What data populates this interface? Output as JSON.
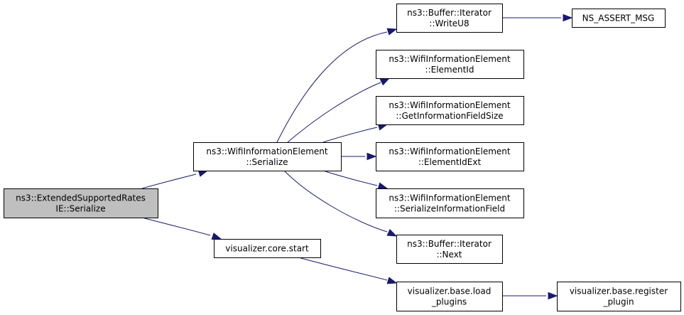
{
  "diagram": {
    "nodes": [
      {
        "id": "root",
        "lines": [
          "ns3::ExtendedSupportedRates",
          "IE::Serialize"
        ],
        "highlighted": true
      },
      {
        "id": "wie_serialize",
        "lines": [
          "ns3::WifiInformationElement",
          "::Serialize"
        ]
      },
      {
        "id": "viz_start",
        "lines": [
          "visualizer.core.start"
        ]
      },
      {
        "id": "write_u8",
        "lines": [
          "ns3::Buffer::Iterator",
          "::WriteU8"
        ]
      },
      {
        "id": "ns_assert",
        "lines": [
          "NS_ASSERT_MSG"
        ]
      },
      {
        "id": "element_id",
        "lines": [
          "ns3::WifiInformationElement",
          "::ElementId"
        ]
      },
      {
        "id": "get_info_size",
        "lines": [
          "ns3::WifiInformationElement",
          "::GetInformationFieldSize"
        ]
      },
      {
        "id": "element_id_ext",
        "lines": [
          "ns3::WifiInformationElement",
          "::ElementIdExt"
        ]
      },
      {
        "id": "serialize_info",
        "lines": [
          "ns3::WifiInformationElement",
          "::SerializeInformationField"
        ]
      },
      {
        "id": "iter_next",
        "lines": [
          "ns3::Buffer::Iterator",
          "::Next"
        ]
      },
      {
        "id": "load_plugins",
        "lines": [
          "visualizer.base.load",
          "_plugins"
        ]
      },
      {
        "id": "register_plugin",
        "lines": [
          "visualizer.base.register",
          "_plugin"
        ]
      }
    ],
    "edges": [
      {
        "from": "root",
        "to": "wie_serialize"
      },
      {
        "from": "root",
        "to": "viz_start"
      },
      {
        "from": "wie_serialize",
        "to": "write_u8"
      },
      {
        "from": "write_u8",
        "to": "ns_assert"
      },
      {
        "from": "wie_serialize",
        "to": "element_id"
      },
      {
        "from": "wie_serialize",
        "to": "get_info_size"
      },
      {
        "from": "wie_serialize",
        "to": "element_id_ext"
      },
      {
        "from": "wie_serialize",
        "to": "serialize_info"
      },
      {
        "from": "wie_serialize",
        "to": "iter_next"
      },
      {
        "from": "viz_start",
        "to": "load_plugins"
      },
      {
        "from": "load_plugins",
        "to": "register_plugin"
      }
    ]
  }
}
